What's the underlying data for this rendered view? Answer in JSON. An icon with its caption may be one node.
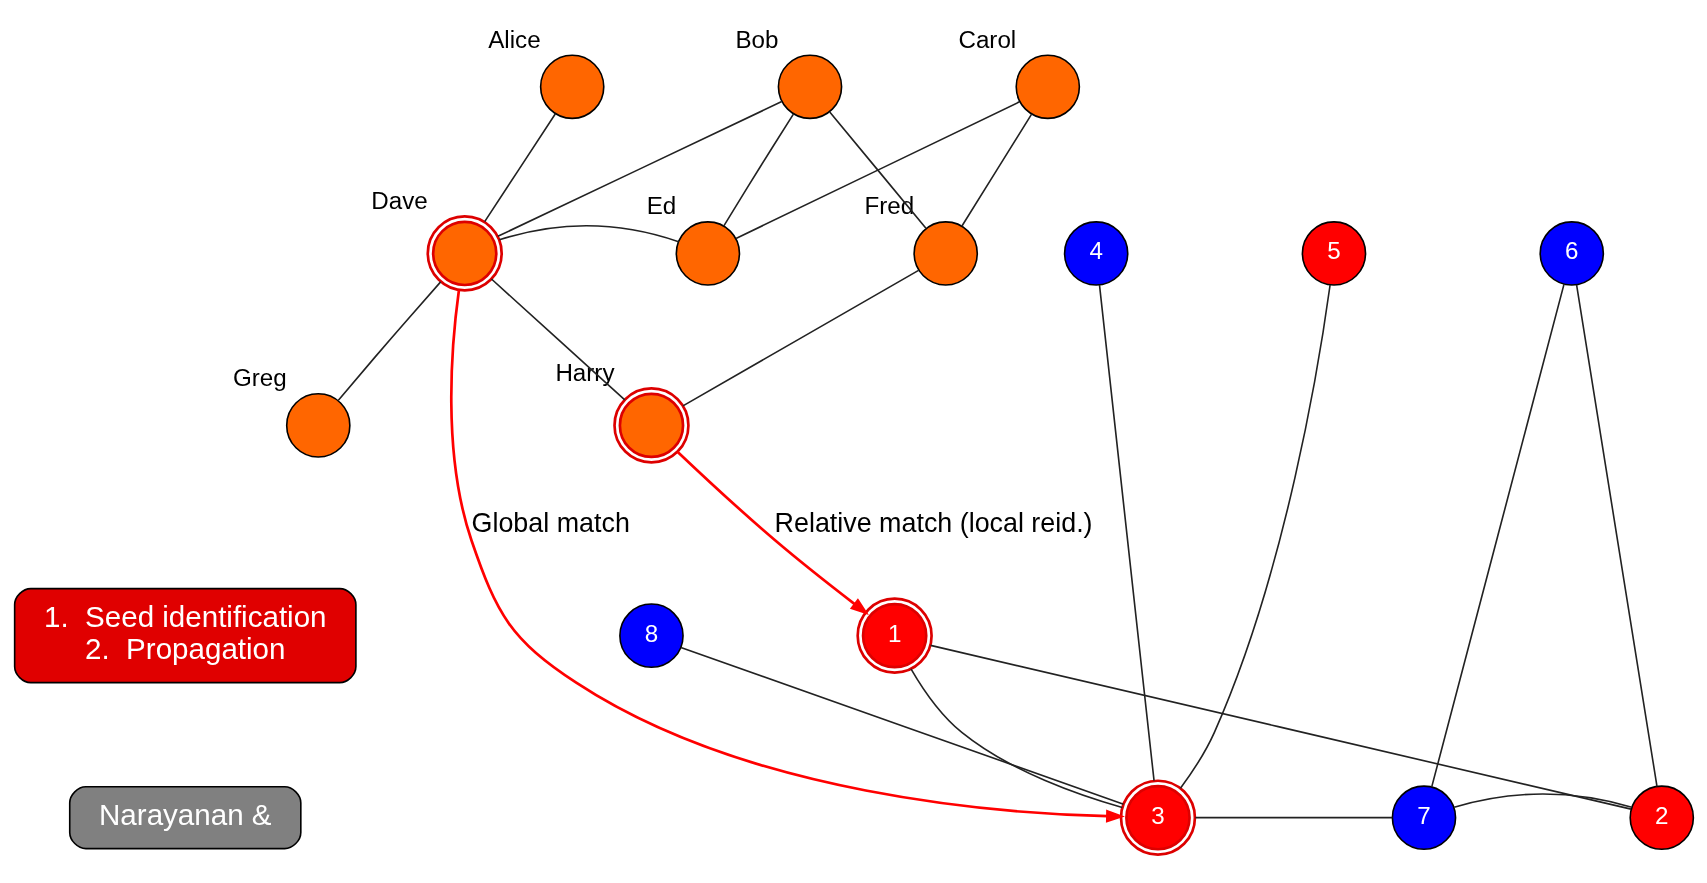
{
  "diagram": {
    "nodes": [
      {
        "text": [],
        "shape": "circle",
        "beside": [
          "Alice"
        ]
      },
      {
        "text": [],
        "shape": "circle",
        "beside": [
          "Bob"
        ]
      },
      {
        "text": [],
        "shape": "circle",
        "beside": [
          "Carol"
        ]
      },
      {
        "text": [],
        "shape": "circle",
        "beside": [
          "Dave"
        ]
      },
      {
        "text": [],
        "shape": "circle",
        "beside": [
          "Ed"
        ]
      },
      {
        "text": [],
        "shape": "circle",
        "beside": [
          "Fred"
        ]
      },
      {
        "text": [],
        "shape": "circle",
        "beside": [
          "Greg"
        ]
      },
      {
        "text": [],
        "shape": "circle",
        "beside": [
          "Harry"
        ]
      },
      {
        "text": [
          "4"
        ]
      },
      {
        "text": [
          "5"
        ]
      },
      {
        "text": [
          "6"
        ]
      },
      {
        "text": [
          "3"
        ]
      },
      {
        "text": [
          "7"
        ]
      },
      {
        "text": [
          "2"
        ]
      },
      {
        "text": [
          "8"
        ]
      },
      {
        "text": [
          "1"
        ]
      },
      {
        "text": [
          "1.  Seed identification",
          "2.  Propagation"
        ]
      },
      {
        "text": [
          "Narayanan &"
        ]
      }
    ],
    "edges": [
      {
        "from": 0,
        "to": 3,
        "arrow": "none"
      },
      {
        "from": 1,
        "to": 3,
        "arrow": "none"
      },
      {
        "from": 1,
        "to": 4,
        "arrow": "none"
      },
      {
        "from": 1,
        "to": 5,
        "arrow": "none"
      },
      {
        "from": 2,
        "to": 4,
        "arrow": "none"
      },
      {
        "from": 2,
        "to": 5,
        "arrow": "none"
      },
      {
        "from": 3,
        "to": 4,
        "arrow": "none"
      },
      {
        "from": 3,
        "to": 6,
        "arrow": "none"
      },
      {
        "from": 3,
        "to": 7,
        "arrow": "none"
      },
      {
        "from": 7,
        "to": 5,
        "arrow": "none"
      },
      {
        "from": 8,
        "to": 11,
        "arrow": "none"
      },
      {
        "from": 9,
        "to": 11,
        "arrow": "none"
      },
      {
        "from": 10,
        "to": 12,
        "arrow": "none"
      },
      {
        "from": 10,
        "to": 13,
        "arrow": "none"
      },
      {
        "from": 11,
        "to": 12,
        "arrow": "none"
      },
      {
        "from": 12,
        "to": 13,
        "arrow": "none"
      },
      {
        "from": 11,
        "to": 14,
        "arrow": "none"
      },
      {
        "from": 11,
        "to": 15,
        "arrow": "none"
      },
      {
        "from": 15,
        "to": 13,
        "arrow": "none"
      },
      {
        "from": 3,
        "to": 11,
        "arrow": "to",
        "label": "Global match",
        "color": "#ff0000"
      },
      {
        "from": 7,
        "to": 15,
        "arrow": "to",
        "label": "Relative match (local reid.)",
        "color": "#ff0000"
      }
    ]
  }
}
